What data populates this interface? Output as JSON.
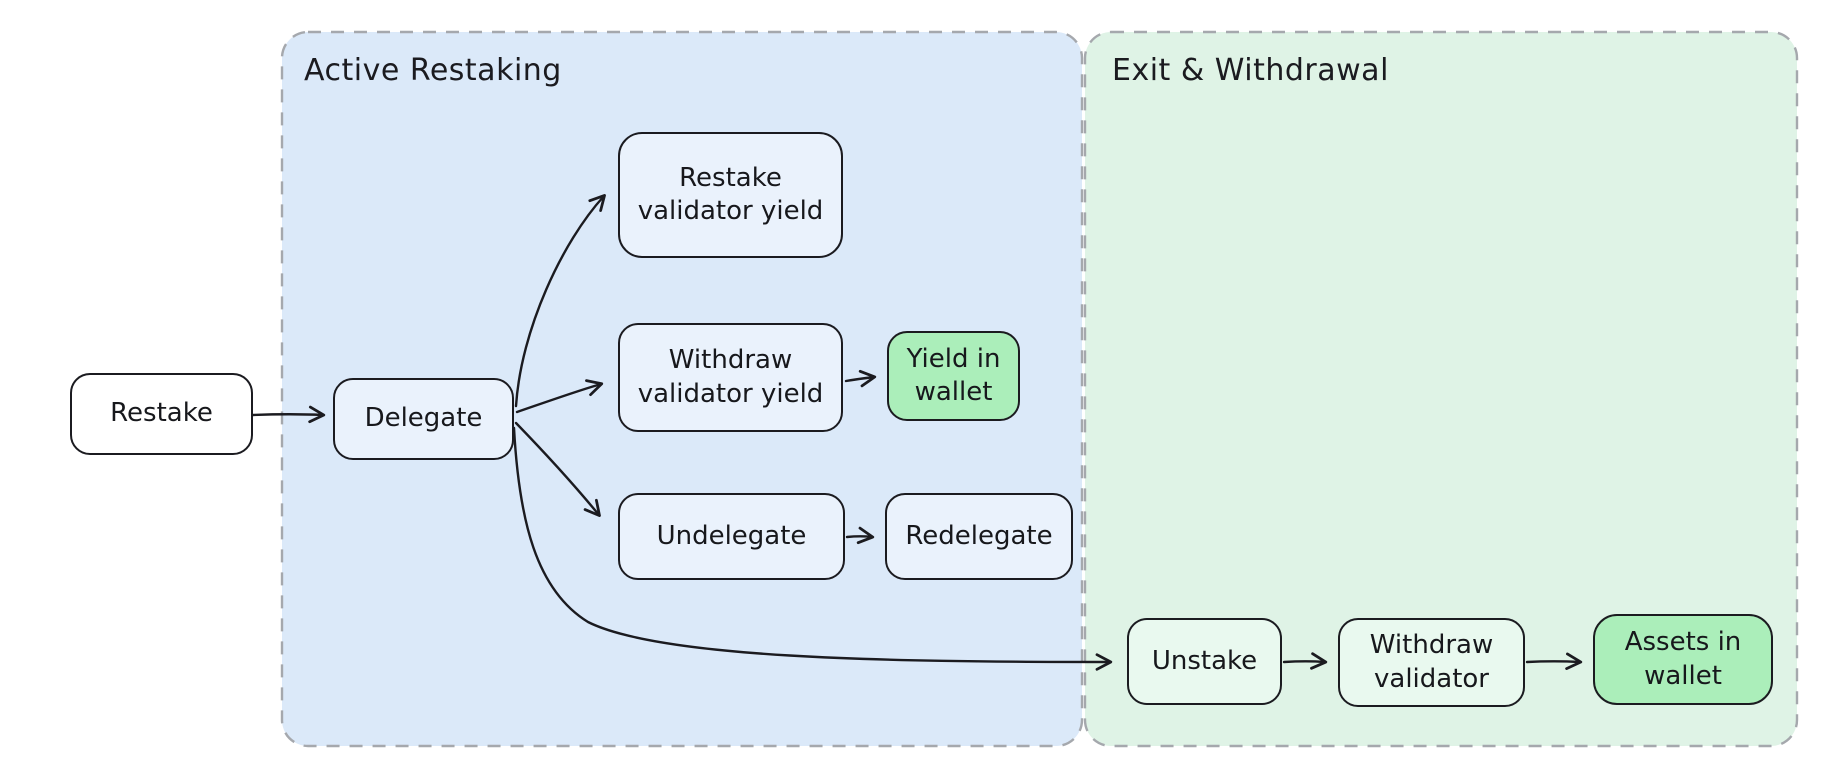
{
  "diagram_type": "flowchart",
  "palette": {
    "background": "#ffffff",
    "stroke": "#1b1b20",
    "text": "#17181c",
    "group_border": "#a5a8ad",
    "group_blue_fill": "#dbe9f9",
    "group_green_fill": "#dff3e6",
    "node_blue_fill": "#eaf2fc",
    "node_green_light_fill": "#e9f9ef",
    "node_green_fill": "#abeeba",
    "node_white_fill": "#ffffff"
  },
  "groups": {
    "active_restaking": {
      "label": "Active Restaking"
    },
    "exit_withdrawal": {
      "label": "Exit & Withdrawal"
    }
  },
  "nodes": {
    "restake": {
      "label": "Restake"
    },
    "delegate": {
      "label": "Delegate"
    },
    "restake_validator_yield": {
      "label": "Restake\nvalidator yield"
    },
    "withdraw_validator_yield": {
      "label": "Withdraw\nvalidator yield"
    },
    "yield_in_wallet": {
      "label": "Yield in\nwallet"
    },
    "undelegate": {
      "label": "Undelegate"
    },
    "redelegate": {
      "label": "Redelegate"
    },
    "unstake": {
      "label": "Unstake"
    },
    "withdraw_validator": {
      "label": "Withdraw\nvalidator"
    },
    "assets_in_wallet": {
      "label": "Assets in\nwallet"
    }
  },
  "edges": [
    {
      "from": "restake",
      "to": "delegate"
    },
    {
      "from": "delegate",
      "to": "restake_validator_yield"
    },
    {
      "from": "delegate",
      "to": "withdraw_validator_yield"
    },
    {
      "from": "delegate",
      "to": "undelegate"
    },
    {
      "from": "delegate",
      "to": "unstake"
    },
    {
      "from": "withdraw_validator_yield",
      "to": "yield_in_wallet"
    },
    {
      "from": "undelegate",
      "to": "redelegate"
    },
    {
      "from": "unstake",
      "to": "withdraw_validator"
    },
    {
      "from": "withdraw_validator",
      "to": "assets_in_wallet"
    }
  ]
}
